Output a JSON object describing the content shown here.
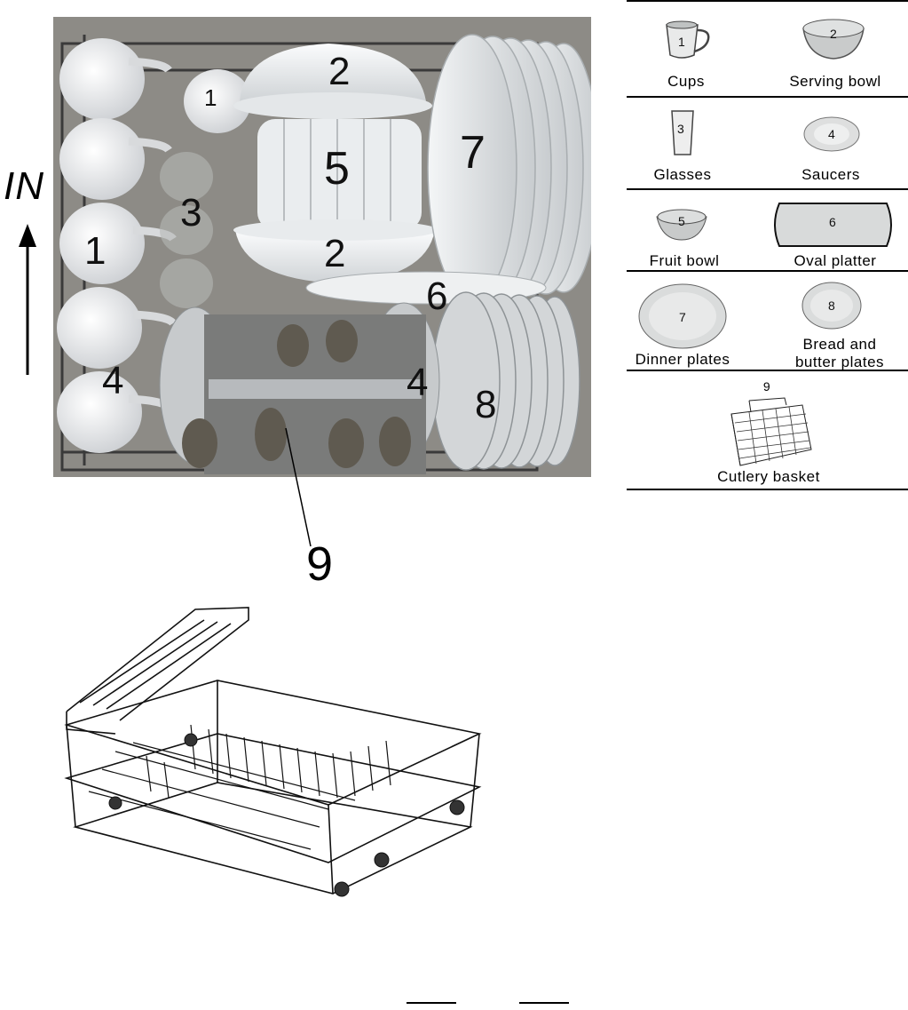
{
  "photo": {
    "labels": {
      "cups_1": "1",
      "cups_small_1": "1",
      "serving_bowl_top": "2",
      "serving_bowl_bottom": "2",
      "glasses": "3",
      "saucers_left": "4",
      "saucers_right": "4",
      "fruit_bowl": "5",
      "oval_platter": "6",
      "dinner_plates": "7",
      "bread_plates": "8"
    }
  },
  "direction": {
    "label": "IN"
  },
  "callout": {
    "cutlery": "9"
  },
  "legend": {
    "rows": [
      {
        "items": [
          {
            "num": "1",
            "label": "Cups",
            "icon": "cup-icon"
          },
          {
            "num": "2",
            "label": "Serving bowl",
            "icon": "serving-bowl-icon"
          }
        ]
      },
      {
        "items": [
          {
            "num": "3",
            "label": "Glasses",
            "icon": "glass-icon"
          },
          {
            "num": "4",
            "label": "Saucers",
            "icon": "saucer-icon"
          }
        ]
      },
      {
        "items": [
          {
            "num": "5",
            "label": "Fruit bowl",
            "icon": "fruit-bowl-icon"
          },
          {
            "num": "6",
            "label": "Oval platter",
            "icon": "oval-platter-icon"
          }
        ]
      },
      {
        "items": [
          {
            "num": "7",
            "label": "Dinner plates",
            "icon": "dinner-plate-icon"
          },
          {
            "num": "8",
            "label_line1": "Bread and",
            "label_line2": "butter plates",
            "icon": "bread-plate-icon"
          }
        ]
      },
      {
        "items": [
          {
            "num": "9",
            "label": "Cutlery basket",
            "icon": "cutlery-basket-icon"
          }
        ]
      }
    ]
  }
}
